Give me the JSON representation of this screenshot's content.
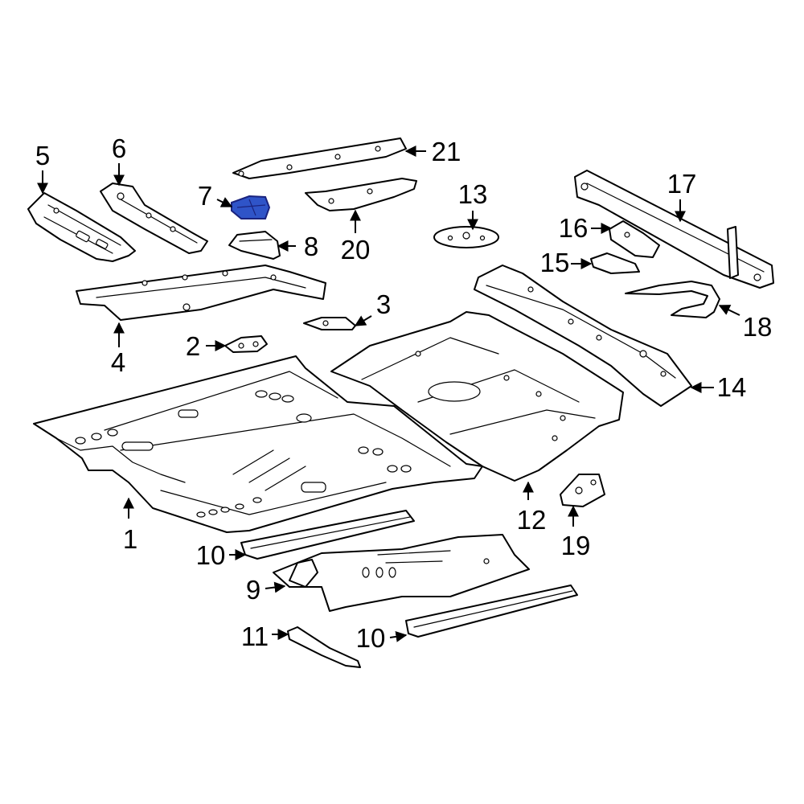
{
  "colors": {
    "line": "#000000",
    "background": "#ffffff",
    "highlight": "#2f54c8"
  },
  "highlighted_part": "7",
  "callouts": [
    {
      "id": "c1",
      "label": "1"
    },
    {
      "id": "c2",
      "label": "2"
    },
    {
      "id": "c3",
      "label": "3"
    },
    {
      "id": "c4",
      "label": "4"
    },
    {
      "id": "c5",
      "label": "5"
    },
    {
      "id": "c6",
      "label": "6"
    },
    {
      "id": "c7",
      "label": "7"
    },
    {
      "id": "c8",
      "label": "8"
    },
    {
      "id": "c9",
      "label": "9"
    },
    {
      "id": "c10a",
      "label": "10"
    },
    {
      "id": "c10b",
      "label": "10"
    },
    {
      "id": "c11",
      "label": "11"
    },
    {
      "id": "c12",
      "label": "12"
    },
    {
      "id": "c13",
      "label": "13"
    },
    {
      "id": "c14",
      "label": "14"
    },
    {
      "id": "c15",
      "label": "15"
    },
    {
      "id": "c16",
      "label": "16"
    },
    {
      "id": "c17",
      "label": "17"
    },
    {
      "id": "c18",
      "label": "18"
    },
    {
      "id": "c19",
      "label": "19"
    },
    {
      "id": "c20",
      "label": "20"
    },
    {
      "id": "c21",
      "label": "21"
    }
  ]
}
